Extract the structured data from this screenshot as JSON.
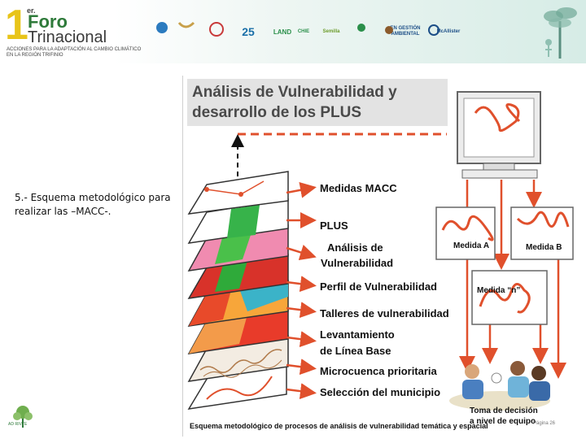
{
  "header": {
    "logo_number": "1",
    "logo_superscript": "er.",
    "logo_line1": "Foro",
    "logo_line2": "Trinacional",
    "logo_sub1": "ACCIONES PARA LA ADAPTACIÓN AL CAMBIO CLIMÁTICO",
    "logo_sub2": "EN LA REGIÓN TRIFINIO",
    "sponsors": [
      {
        "label": ""
      },
      {
        "label": ""
      },
      {
        "label": ""
      },
      {
        "label": "25"
      },
      {
        "label": "LAND"
      },
      {
        "label": "CHIE"
      },
      {
        "label": "Semilla"
      },
      {
        "label": ""
      },
      {
        "label": "EN GESTIÓN AMBIENTAL"
      },
      {
        "label": "McAllister"
      }
    ]
  },
  "caption": "5.- Esquema metodológico para realizar las –MACC-.",
  "bottom_logo_text": "AD·RIVTE",
  "diagram": {
    "title_line1": "Análisis de Vulnerabilidad y",
    "title_line2": "desarrollo de los PLUS",
    "layers": [
      "Medidas MACC",
      "PLUS",
      "Análisis de",
      "Vulnerabilidad",
      "Perfil de Vulnerabilidad",
      "Talleres de vulnerabilidad",
      "Levantamiento",
      "de Línea Base",
      "Microcuenca prioritaria",
      "Selección del municipio"
    ],
    "measures": [
      "Medida A",
      "Medida B",
      "Medida “n”"
    ],
    "decision_line1": "Toma de decisión",
    "decision_line2": "a nivel de equipo",
    "footer": "Esquema metodológico de procesos de análisis de vulnerabilidad temática y espacial",
    "page_number": "Página 26"
  },
  "colors": {
    "arrow": "#e0502c",
    "logo_green": "#2e7a3a",
    "logo_yellow": "#e8c419"
  }
}
